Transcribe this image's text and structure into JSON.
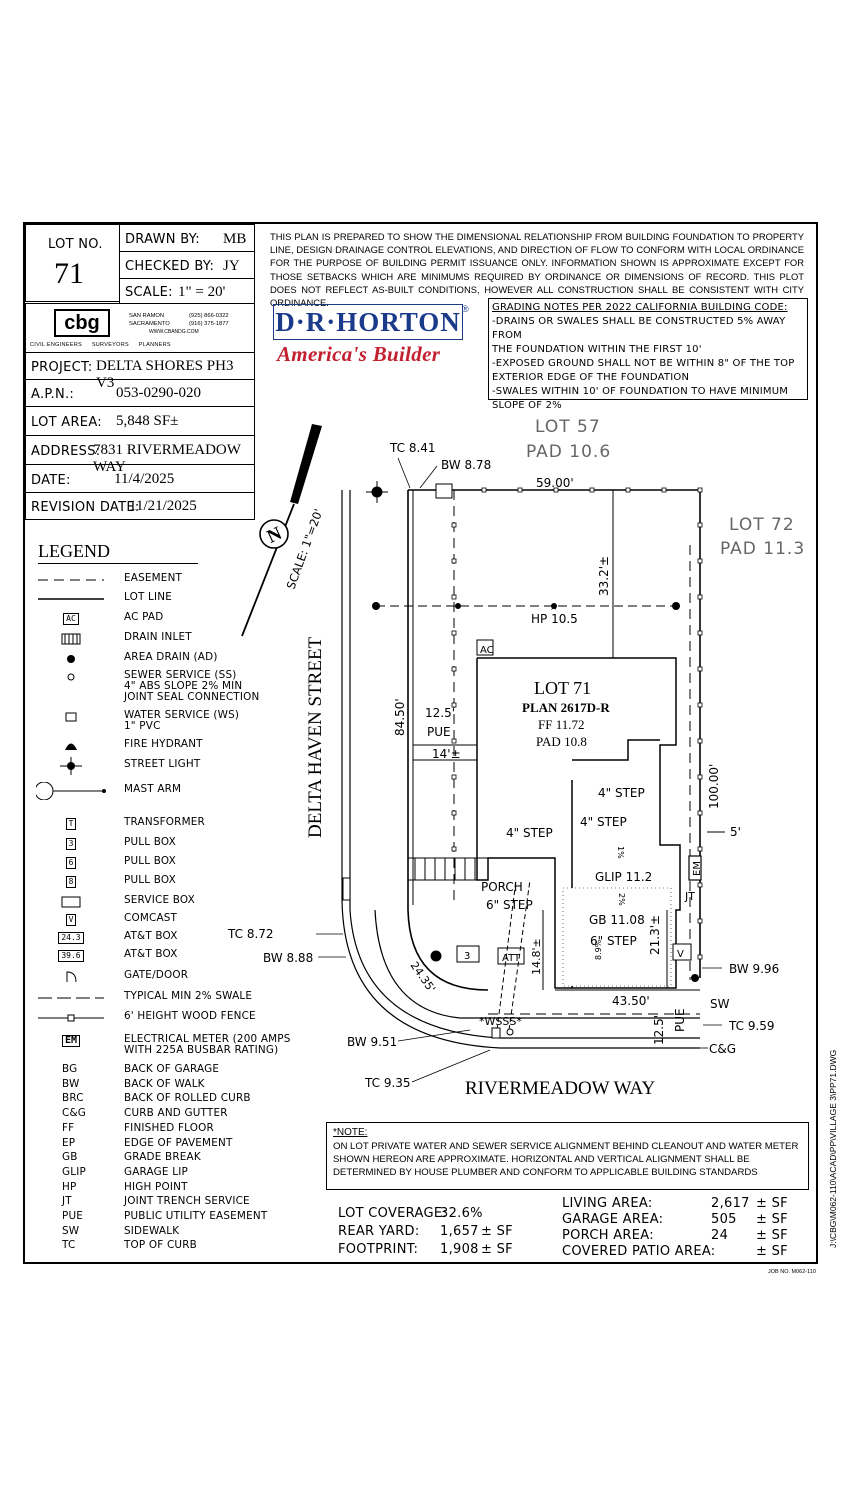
{
  "title_block": {
    "lot_no_label": "LOT NO.",
    "lot_no": "71",
    "drawn_by_label": "DRAWN BY:",
    "drawn_by": "MB",
    "checked_by_label": "CHECKED BY:",
    "checked_by": "JY",
    "scale_label": "SCALE:",
    "scale": "1\" = 20'",
    "project_label": "PROJECT:",
    "project": "DELTA SHORES PH3 V3",
    "apn_label": "A.P.N.:",
    "apn": "053-0290-020",
    "lot_area_label": "LOT AREA:",
    "lot_area": "5,848 SF±",
    "address_label": "ADDRESS:",
    "address": "7831 RIVERMEADOW WAY",
    "date_label": "DATE:",
    "date": "11/4/2025",
    "revision_label": "REVISION DATE:",
    "revision_date": "11/21/2025"
  },
  "engineer": {
    "logo": "cbg",
    "sub1": "CIVIL ENGINEERS",
    "sub2": "SURVEYORS",
    "sub3": "PLANNERS",
    "city1": "SAN RAMON",
    "phone1": "(925) 866-0322",
    "city2": "SACRAMENTO",
    "phone2": "(916) 375-1877",
    "web": "WWW.CBANDG.COM"
  },
  "builder": {
    "name": "D·R·HORTON",
    "reg": "®",
    "tagline": "America's Builder"
  },
  "disclaimer": "THIS PLAN IS PREPARED TO SHOW THE DIMENSIONAL RELATIONSHIP FROM BUILDING FOUNDATION TO PROPERTY LINE, DESIGN DRAINAGE CONTROL ELEVATIONS, AND DIRECTION OF FLOW TO CONFORM WITH LOCAL ORDINANCE FOR THE PURPOSE OF BUILDING PERMIT ISSUANCE ONLY. INFORMATION SHOWN IS APPROXIMATE EXCEPT FOR THOSE SETBACKS WHICH ARE MINIMUMS REQUIRED BY ORDINANCE OR DIMENSIONS OF RECORD. THIS PLOT DOES NOT REFLECT AS-BUILT CONDITIONS, HOWEVER ALL CONSTRUCTION SHALL BE CONSISTENT WITH CITY ORDINANCE.",
  "grading_notes": {
    "title": "GRADING NOTES PER 2022 CALIFORNIA BUILDING CODE:",
    "lines": [
      "-DRAINS OR SWALES SHALL BE CONSTRUCTED 5% AWAY FROM",
      "THE FOUNDATION WITHIN THE FIRST 10'",
      "-EXPOSED GROUND SHALL NOT BE WITHIN 8\" OF THE TOP",
      "EXTERIOR EDGE OF THE FOUNDATION",
      "-SWALES WITHIN 10' OF FOUNDATION TO HAVE MINIMUM",
      "SLOPE OF 2%"
    ]
  },
  "legend": {
    "title": "LEGEND",
    "items": [
      {
        "sym": "",
        "label": "EASEMENT"
      },
      {
        "sym": "",
        "label": "LOT LINE"
      },
      {
        "sym": "AC",
        "label": "AC PAD"
      },
      {
        "sym": "",
        "label": "DRAIN INLET"
      },
      {
        "sym": "",
        "label": "AREA DRAIN (AD)"
      },
      {
        "sym": "",
        "label": "SEWER SERVICE (SS)\n4\" ABS SLOPE 2% MIN\nJOINT SEAL CONNECTION"
      },
      {
        "sym": "",
        "label": "WATER SERVICE (WS)\n1\" PVC"
      },
      {
        "sym": "",
        "label": "FIRE HYDRANT"
      },
      {
        "sym": "",
        "label": "STREET LIGHT"
      },
      {
        "sym": "",
        "label": "MAST ARM"
      },
      {
        "sym": "T",
        "label": "TRANSFORMER"
      },
      {
        "sym": "3",
        "label": "PULL BOX"
      },
      {
        "sym": "6",
        "label": "PULL BOX"
      },
      {
        "sym": "8",
        "label": "PULL BOX"
      },
      {
        "sym": "",
        "label": "SERVICE BOX"
      },
      {
        "sym": "V",
        "label": "COMCAST"
      },
      {
        "sym": "24.3",
        "label": "AT&T BOX"
      },
      {
        "sym": "39.6",
        "label": "AT&T BOX"
      },
      {
        "sym": "",
        "label": "GATE/DOOR"
      },
      {
        "sym": "",
        "label": "TYPICAL MIN 2% SWALE"
      },
      {
        "sym": "",
        "label": "6' HEIGHT WOOD FENCE"
      },
      {
        "sym": "EM",
        "label": "ELECTRICAL METER (200 AMPS\nWITH 225A BUSBAR RATING)"
      }
    ],
    "abbreviations": [
      {
        "abbr": "BG",
        "desc": "BACK OF GARAGE"
      },
      {
        "abbr": "BW",
        "desc": "BACK OF WALK"
      },
      {
        "abbr": "BRC",
        "desc": "BACK OF ROLLED CURB"
      },
      {
        "abbr": "C&G",
        "desc": "CURB AND GUTTER"
      },
      {
        "abbr": "FF",
        "desc": "FINISHED FLOOR"
      },
      {
        "abbr": "EP",
        "desc": "EDGE OF PAVEMENT"
      },
      {
        "abbr": "GB",
        "desc": "GRADE BREAK"
      },
      {
        "abbr": "GLIP",
        "desc": "GARAGE LIP"
      },
      {
        "abbr": "HP",
        "desc": "HIGH POINT"
      },
      {
        "abbr": "JT",
        "desc": "JOINT TRENCH SERVICE"
      },
      {
        "abbr": "PUE",
        "desc": "PUBLIC UTILITY EASEMENT"
      },
      {
        "abbr": "SW",
        "desc": "SIDEWALK"
      },
      {
        "abbr": "TC",
        "desc": "TOP OF CURB"
      }
    ]
  },
  "north": {
    "letter": "N",
    "scale": "SCALE: 1\"=20'"
  },
  "plan": {
    "lot57": "LOT 57",
    "pad57": "PAD 10.6",
    "lot72": "LOT 72",
    "pad72": "PAD 11.3",
    "street_west": "DELTA HAVEN STREET",
    "street_south": "RIVERMEADOW WAY",
    "lot_title": "LOT 71",
    "plan_name": "PLAN 2617D-R",
    "ff": "FF 11.72",
    "pad": "PAD 10.8",
    "labels": {
      "tc841": "TC 8.41",
      "bw878": "BW 8.78",
      "dim5900": "59.00'",
      "dim332": "33.2'±",
      "hp": "HP 10.5",
      "ac": "AC",
      "dim8450": "84.50'",
      "dim125a": "12.5'",
      "pue_a": "PUE",
      "dim14": "14'±",
      "step4a": "4\" STEP",
      "step4b": "4\" STEP",
      "step4c": "4\" STEP",
      "dim10000": "100.00'",
      "dim5": "5'",
      "porch": "PORCH",
      "step6a": "6\" STEP",
      "glip": "GLIP 11.2",
      "em": "EM",
      "jt": "JT",
      "gb": "GB 11.08",
      "step6b": "6\" STEP",
      "dim213": "21.3'±",
      "dim148": "14.8'±",
      "pb3": "3",
      "att": "ATT",
      "v": "V",
      "tc872": "TC 8.72",
      "bw888": "BW 8.88",
      "dim2435": "24.35'",
      "bw996": "BW 9.96",
      "dim4350": "43.50'",
      "sw": "SW",
      "dim125b": "12.5'",
      "pue_b": "PUE",
      "tc959": "TC 9.59",
      "cg": "C&G",
      "bw951": "BW 9.51",
      "wsss": "*WSSS*",
      "tc935": "TC 9.35",
      "pct1": "1%",
      "pct2": "2%",
      "pct8": "8.9%"
    }
  },
  "note": {
    "label": "*NOTE:",
    "text": "ON LOT PRIVATE WATER AND SEWER SERVICE ALIGNMENT BEHIND CLEANOUT AND WATER METER SHOWN HEREON ARE APPROXIMATE. HORIZONTAL AND VERTICAL ALIGNMENT SHALL BE DETERMINED BY HOUSE PLUMBER AND CONFORM TO APPLICABLE BUILDING STANDARDS"
  },
  "stats": {
    "lot_coverage_label": "LOT COVERAGE:",
    "lot_coverage": "32.6%",
    "rear_yard_label": "REAR YARD:",
    "rear_yard": "1,657",
    "footprint_label": "FOOTPRINT:",
    "footprint": "1,908",
    "unit": "± SF",
    "living_label": "LIVING AREA:",
    "living": "2,617",
    "garage_label": "GARAGE AREA:",
    "garage": "505",
    "porch_label": "PORCH AREA:",
    "porch": "24",
    "patio_label": "COVERED PATIO AREA:",
    "patio": ""
  },
  "footer": {
    "job_no": "JOB NO. M062-110",
    "filepath": "J:\\CBG\\M062-110\\ACAD\\PP\\VILLAGE 3\\PP71.DWG"
  }
}
